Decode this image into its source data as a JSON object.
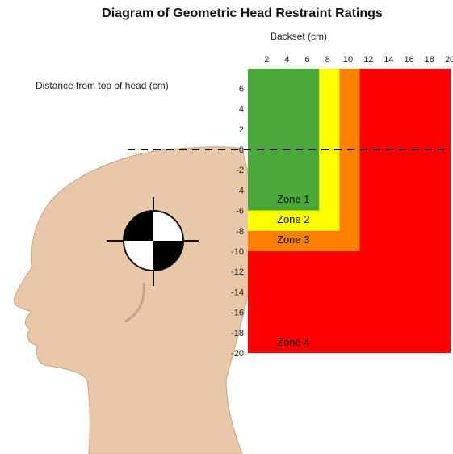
{
  "title": "Diagram of Geometric Head Restraint Ratings",
  "x_axis": {
    "label": "Backset (cm)",
    "ticks": [
      2,
      4,
      6,
      8,
      10,
      12,
      14,
      16,
      18,
      20
    ],
    "min": 0,
    "max": 20
  },
  "y_axis": {
    "label": "Distance from top of head (cm)",
    "ticks": [
      6,
      4,
      2,
      0,
      -2,
      -4,
      -6,
      -8,
      -10,
      -12,
      -14,
      -16,
      -18,
      -20
    ],
    "min": -20,
    "max": 7
  },
  "zones": [
    {
      "label": "Zone 1",
      "backset_max": 7,
      "height_min": -6,
      "color": "#4aa83a"
    },
    {
      "label": "Zone 2",
      "backset_max": 9,
      "height_min": -8,
      "color": "#ffff00"
    },
    {
      "label": "Zone 3",
      "backset_max": 11,
      "height_min": -10,
      "color": "#ff8000"
    },
    {
      "label": "Zone 4",
      "backset_max": 20,
      "height_min": -20,
      "color": "#ff0000"
    }
  ],
  "colors": {
    "skin": "#e8c8a8",
    "skin_outline": "#c7a383",
    "dashed_line": "#000000"
  },
  "icons": [
    "center-of-gravity-target-icon",
    "head-silhouette-icon"
  ]
}
